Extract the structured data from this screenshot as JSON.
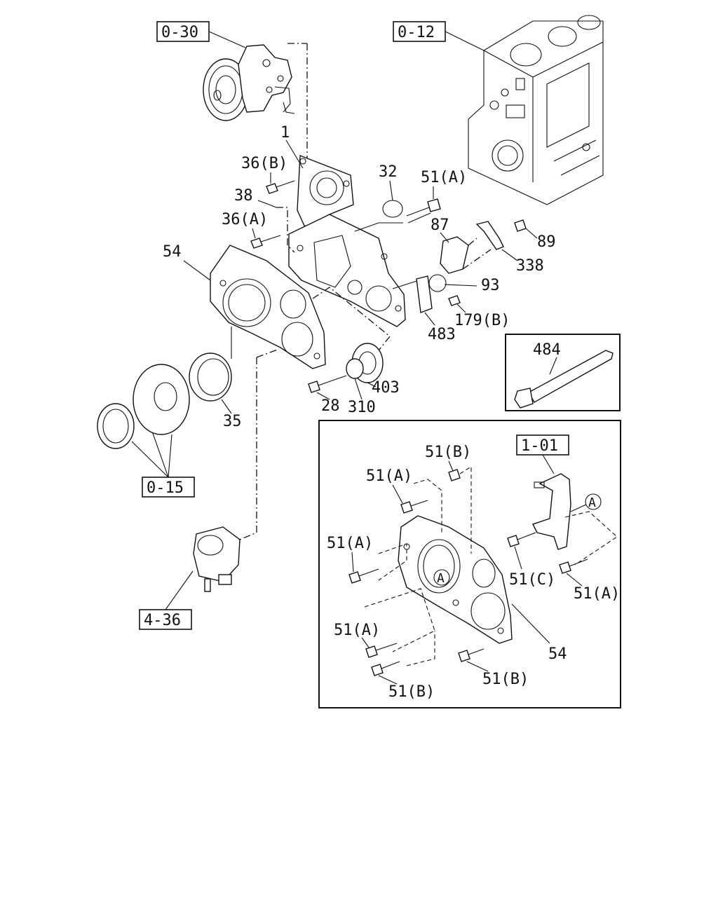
{
  "refs": {
    "r030": "0-30",
    "r012": "0-12",
    "r015": "0-15",
    "r436": "4-36",
    "r101": "1-01"
  },
  "parts": {
    "p1": "1",
    "p36b": "36(B)",
    "p38": "38",
    "p36a": "36(A)",
    "p54": "54",
    "p32": "32",
    "p51a": "51(A)",
    "p87": "87",
    "p89": "89",
    "p338": "338",
    "p93": "93",
    "p483": "483",
    "p179b": "179(B)",
    "p403": "403",
    "p310": "310",
    "p28": "28",
    "p35": "35",
    "p484": "484"
  },
  "detail": {
    "b51b_top": "51(B)",
    "b51a_top": "51(A)",
    "b51a_left": "51(A)",
    "b51c": "51(C)",
    "b51a_right": "51(A)",
    "b51a_bottom": "51(A)",
    "p54": "54",
    "b51b_bottom_left": "51(B)",
    "b51b_bottom_mid": "51(B)",
    "marker_a": "A",
    "marker_a2": "A"
  }
}
